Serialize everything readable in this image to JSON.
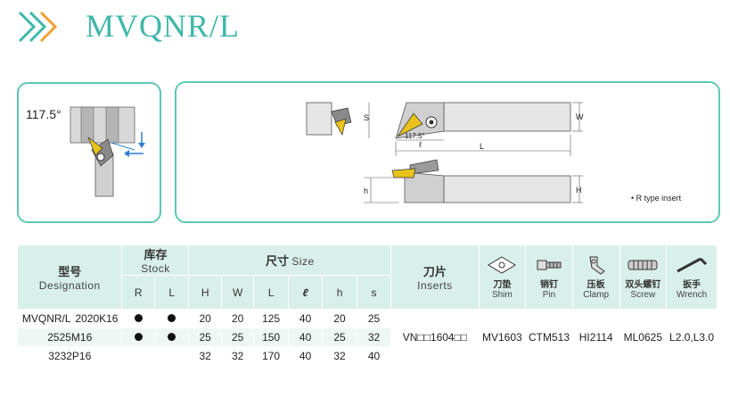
{
  "header": {
    "title": "MVQNR/L"
  },
  "diagram": {
    "angle_left": "117.5°",
    "angle_right": "117.5°",
    "dim_labels": {
      "S": "S",
      "W": "W",
      "L": "L",
      "l": "ℓ",
      "h": "h",
      "H": "H"
    },
    "note": "• R type insert"
  },
  "table": {
    "headers": {
      "designation_cn": "型号",
      "designation_en": "Designation",
      "stock_cn": "库存",
      "stock_en": "Stock",
      "stock_r": "R",
      "stock_l": "L",
      "size_cn": "尺寸",
      "size_en": "Size",
      "size_cols": [
        "H",
        "W",
        "L",
        "ℓ",
        "h",
        "s"
      ],
      "inserts_cn": "刀片",
      "inserts_en": "Inserts",
      "shim_cn": "刀垫",
      "shim_en": "Shim",
      "pin_cn": "销钉",
      "pin_en": "Pin",
      "clamp_cn": "压板",
      "clamp_en": "Clamp",
      "screw_cn": "双头螺钉",
      "screw_en": "Screw",
      "wrench_cn": "扳手",
      "wrench_en": "Wrench"
    },
    "rows": [
      {
        "prefix": "MVQNR/L",
        "code": "2020K16",
        "R": true,
        "L": true,
        "H": "20",
        "W": "20",
        "Ln": "125",
        "l": "40",
        "h": "20",
        "s": "25"
      },
      {
        "prefix": "",
        "code": "2525M16",
        "R": true,
        "L": true,
        "H": "25",
        "W": "25",
        "Ln": "150",
        "l": "40",
        "h": "25",
        "s": "32"
      },
      {
        "prefix": "",
        "code": "3232P16",
        "R": false,
        "L": false,
        "H": "32",
        "W": "32",
        "Ln": "170",
        "l": "40",
        "h": "32",
        "s": "40"
      }
    ],
    "insert": "VN□□1604□□",
    "shim": "MV1603",
    "pin": "CTM513",
    "clamp": "HI2114",
    "screw": "ML0625",
    "wrench": "L2.0,L3.0"
  },
  "colors": {
    "accent": "#3fb7a8",
    "header_bg": "#d9efe9",
    "insert": "#e8c21a"
  }
}
